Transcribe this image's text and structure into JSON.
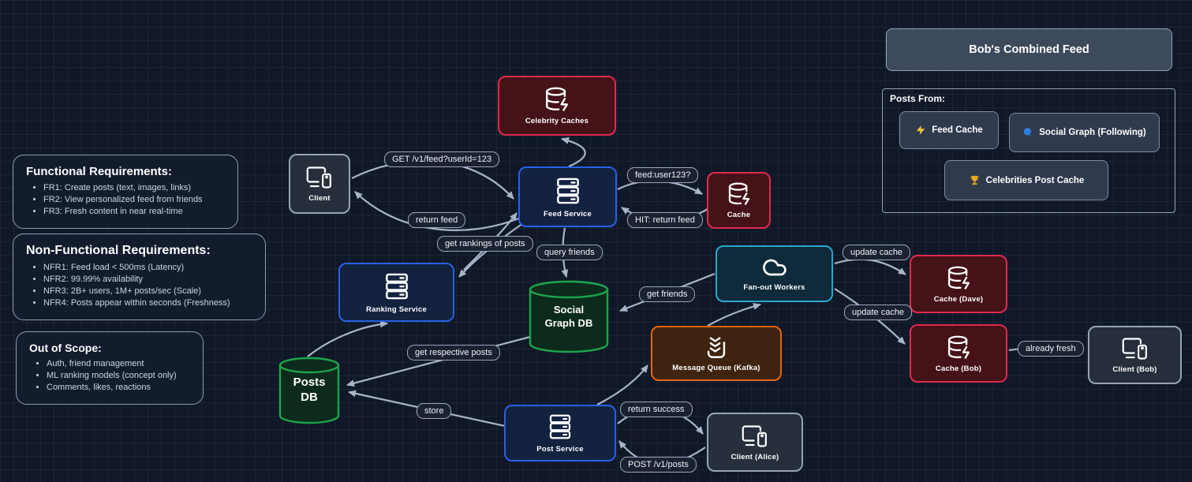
{
  "panels": {
    "functional": {
      "title": "Functional Requirements:",
      "items": [
        "FR1: Create posts (text, images, links)",
        "FR2: View personalized feed from friends",
        "FR3: Fresh content in near real-time"
      ]
    },
    "nonfunctional": {
      "title": "Non-Functional Requirements:",
      "items": [
        "NFR1: Feed load < 500ms (Latency)",
        "NFR2: 99.99% availability",
        "NFR3: 2B+ users, 1M+ posts/sec (Scale)",
        "NFR4: Posts appear within seconds (Freshness)"
      ]
    },
    "out_of_scope": {
      "title": "Out of Scope:",
      "items": [
        "Auth, friend management",
        "ML ranking models (concept only)",
        "Comments, likes, reactions"
      ]
    }
  },
  "feed_panel": {
    "title": "Bob's Combined Feed",
    "group_label": "Posts From:",
    "chips": [
      {
        "icon": "lightning-icon",
        "label": "Feed Cache"
      },
      {
        "icon": "speech-balloon-icon",
        "label": "Social Graph (Following)"
      },
      {
        "icon": "trophy-icon",
        "label": "Celebrities Post Cache"
      }
    ]
  },
  "nodes": {
    "celebrity_caches": {
      "label": "Celebrity Caches",
      "icon": "database-lightning-icon"
    },
    "client": {
      "label": "Client",
      "icon": "devices-icon"
    },
    "feed_service": {
      "label": "Feed Service",
      "icon": "server-icon"
    },
    "cache": {
      "label": "Cache",
      "icon": "database-lightning-icon"
    },
    "ranking_service": {
      "label": "Ranking Service",
      "icon": "server-icon"
    },
    "social_graph_db": {
      "label": "Social Graph DB",
      "icon": "cylinder-shape"
    },
    "fanout_workers": {
      "label": "Fan-out Workers",
      "icon": "cloud-icon"
    },
    "cache_dave": {
      "label": "Cache (Dave)",
      "icon": "database-lightning-icon"
    },
    "message_queue": {
      "label": "Message Queue (Kafka)",
      "icon": "queue-icon"
    },
    "cache_bob": {
      "label": "Cache (Bob)",
      "icon": "database-lightning-icon"
    },
    "client_bob": {
      "label": "Client (Bob)",
      "icon": "devices-icon"
    },
    "posts_db": {
      "label": "Posts DB",
      "icon": "cylinder-shape"
    },
    "post_service": {
      "label": "Post Service",
      "icon": "server-icon"
    },
    "client_alice": {
      "label": "Client (Alice)",
      "icon": "devices-icon"
    }
  },
  "edge_labels": {
    "get_feed": "GET /v1/feed?userId=123",
    "return_feed": "return feed",
    "feed_user123": "feed:user123?",
    "hit_return_feed": "HIT: return feed",
    "get_rankings": "get rankings of posts",
    "query_friends": "query friends",
    "get_friends": "get friends",
    "update_cache_dave": "update cache",
    "update_cache_bob": "update cache",
    "already_fresh": "already fresh",
    "get_respective_posts": "get respective posts",
    "store": "store",
    "return_success": "return success",
    "post_v1_posts": "POST /v1/posts"
  },
  "colors": {
    "background": "#101828",
    "edge": "#a8b5c7",
    "cache_fill": "#451218",
    "cache_border": "#e02a4d",
    "service_fill": "#13223f",
    "service_border": "#2761e8",
    "db_fill": "#0d2b1c",
    "db_border": "#1ca34c",
    "fanout_fill": "#0f2a3a",
    "fanout_border": "#29aacf",
    "queue_fill": "#3e2410",
    "queue_border": "#e8650f",
    "client_fill": "#272f3c",
    "client_border": "#97a4b6",
    "header_fill": "#3d4a5c",
    "lightning": "#f6c52e",
    "balloon": "#2b7de0",
    "trophy": "#e8a820"
  }
}
